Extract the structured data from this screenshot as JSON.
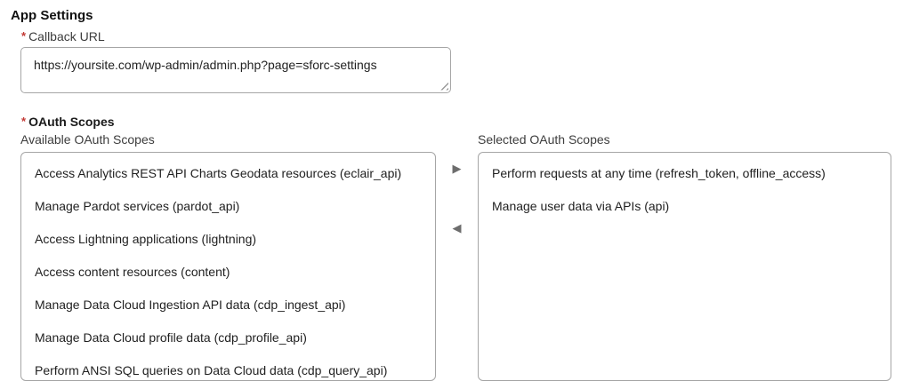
{
  "page": {
    "title": "App Settings"
  },
  "callback": {
    "required_marker": "*",
    "label": "Callback URL",
    "value": "https://yoursite.com/wp-admin/admin.php?page=sforc-settings"
  },
  "oauth": {
    "required_marker": "*",
    "section_label": "OAuth Scopes",
    "available_label": "Available OAuth Scopes",
    "selected_label": "Selected OAuth Scopes",
    "available_items": [
      "Access Analytics REST API Charts Geodata resources (eclair_api)",
      "Manage Pardot services (pardot_api)",
      "Access Lightning applications (lightning)",
      "Access content resources (content)",
      "Manage Data Cloud Ingestion API data (cdp_ingest_api)",
      "Manage Data Cloud profile data (cdp_profile_api)",
      "Perform ANSI SQL queries on Data Cloud data (cdp_query_api)"
    ],
    "selected_items": [
      "Perform requests at any time (refresh_token, offline_access)",
      "Manage user data via APIs (api)"
    ],
    "icons": {
      "add": "▶",
      "remove": "◀"
    }
  },
  "colors": {
    "required_red": "#c23934",
    "border_gray": "#a6a6a6",
    "text": "#222222",
    "arrow_gray": "#6d6d6d"
  }
}
